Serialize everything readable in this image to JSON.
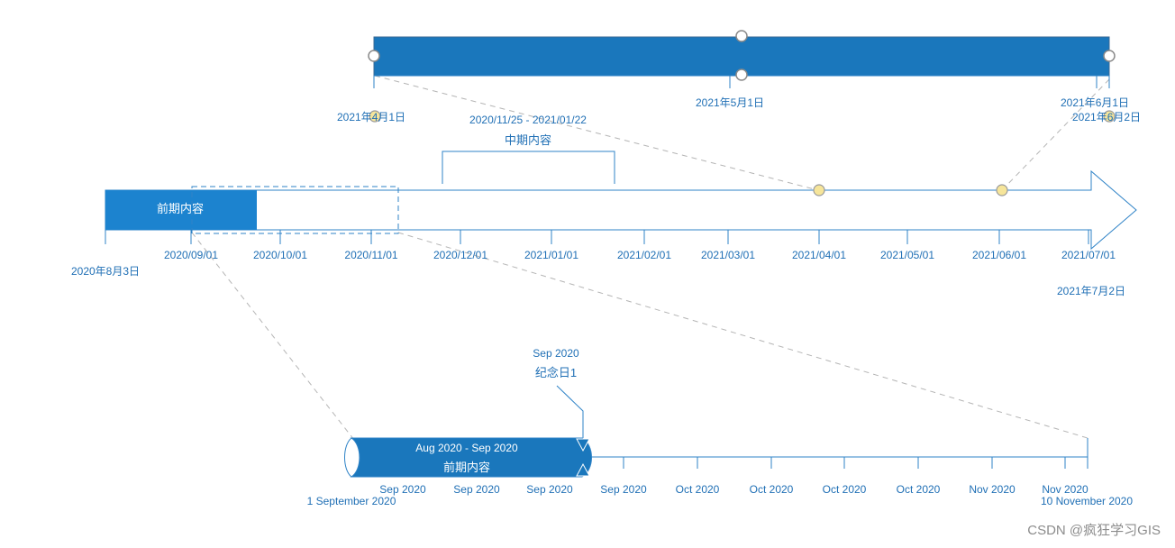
{
  "top_bar": {
    "tick_middle": "2021年5月1日",
    "start_date": "2021年4月1日",
    "end_date_upper": "2021年6月1日",
    "end_date_lower": "2021年6月2日"
  },
  "main_timeline": {
    "phase_early_label": "前期内容",
    "phase_mid_range": "2020/11/25 - 2021/01/22",
    "phase_mid_label": "中期内容",
    "start_date": "2020年8月3日",
    "end_date": "2021年7月2日",
    "ticks": [
      "2020/09/01",
      "2020/10/01",
      "2020/11/01",
      "2020/12/01",
      "2021/01/01",
      "2021/02/01",
      "2021/03/01",
      "2021/04/01",
      "2021/05/01",
      "2021/06/01",
      "2021/07/01"
    ]
  },
  "zoom_timeline": {
    "bar_range": "Aug 2020 - Sep 2020",
    "bar_label": "前期内容",
    "milestone_date": "Sep 2020",
    "milestone_label": "纪念日1",
    "start_date": "1 September 2020",
    "end_date": "10 November 2020",
    "ticks": [
      "Sep 2020",
      "Sep 2020",
      "Sep 2020",
      "Sep 2020",
      "Oct 2020",
      "Oct 2020",
      "Oct 2020",
      "Oct 2020",
      "Nov 2020",
      "Nov 2020"
    ]
  },
  "watermark": "CSDN @疯狂学习GIS",
  "colors": {
    "bar_blue": "#1c78bd",
    "line_blue": "#2f83c7",
    "text_blue": "#1f6fb5",
    "dash_gray": "#b0b0b0",
    "milestone_fill": "#f6e59a"
  }
}
